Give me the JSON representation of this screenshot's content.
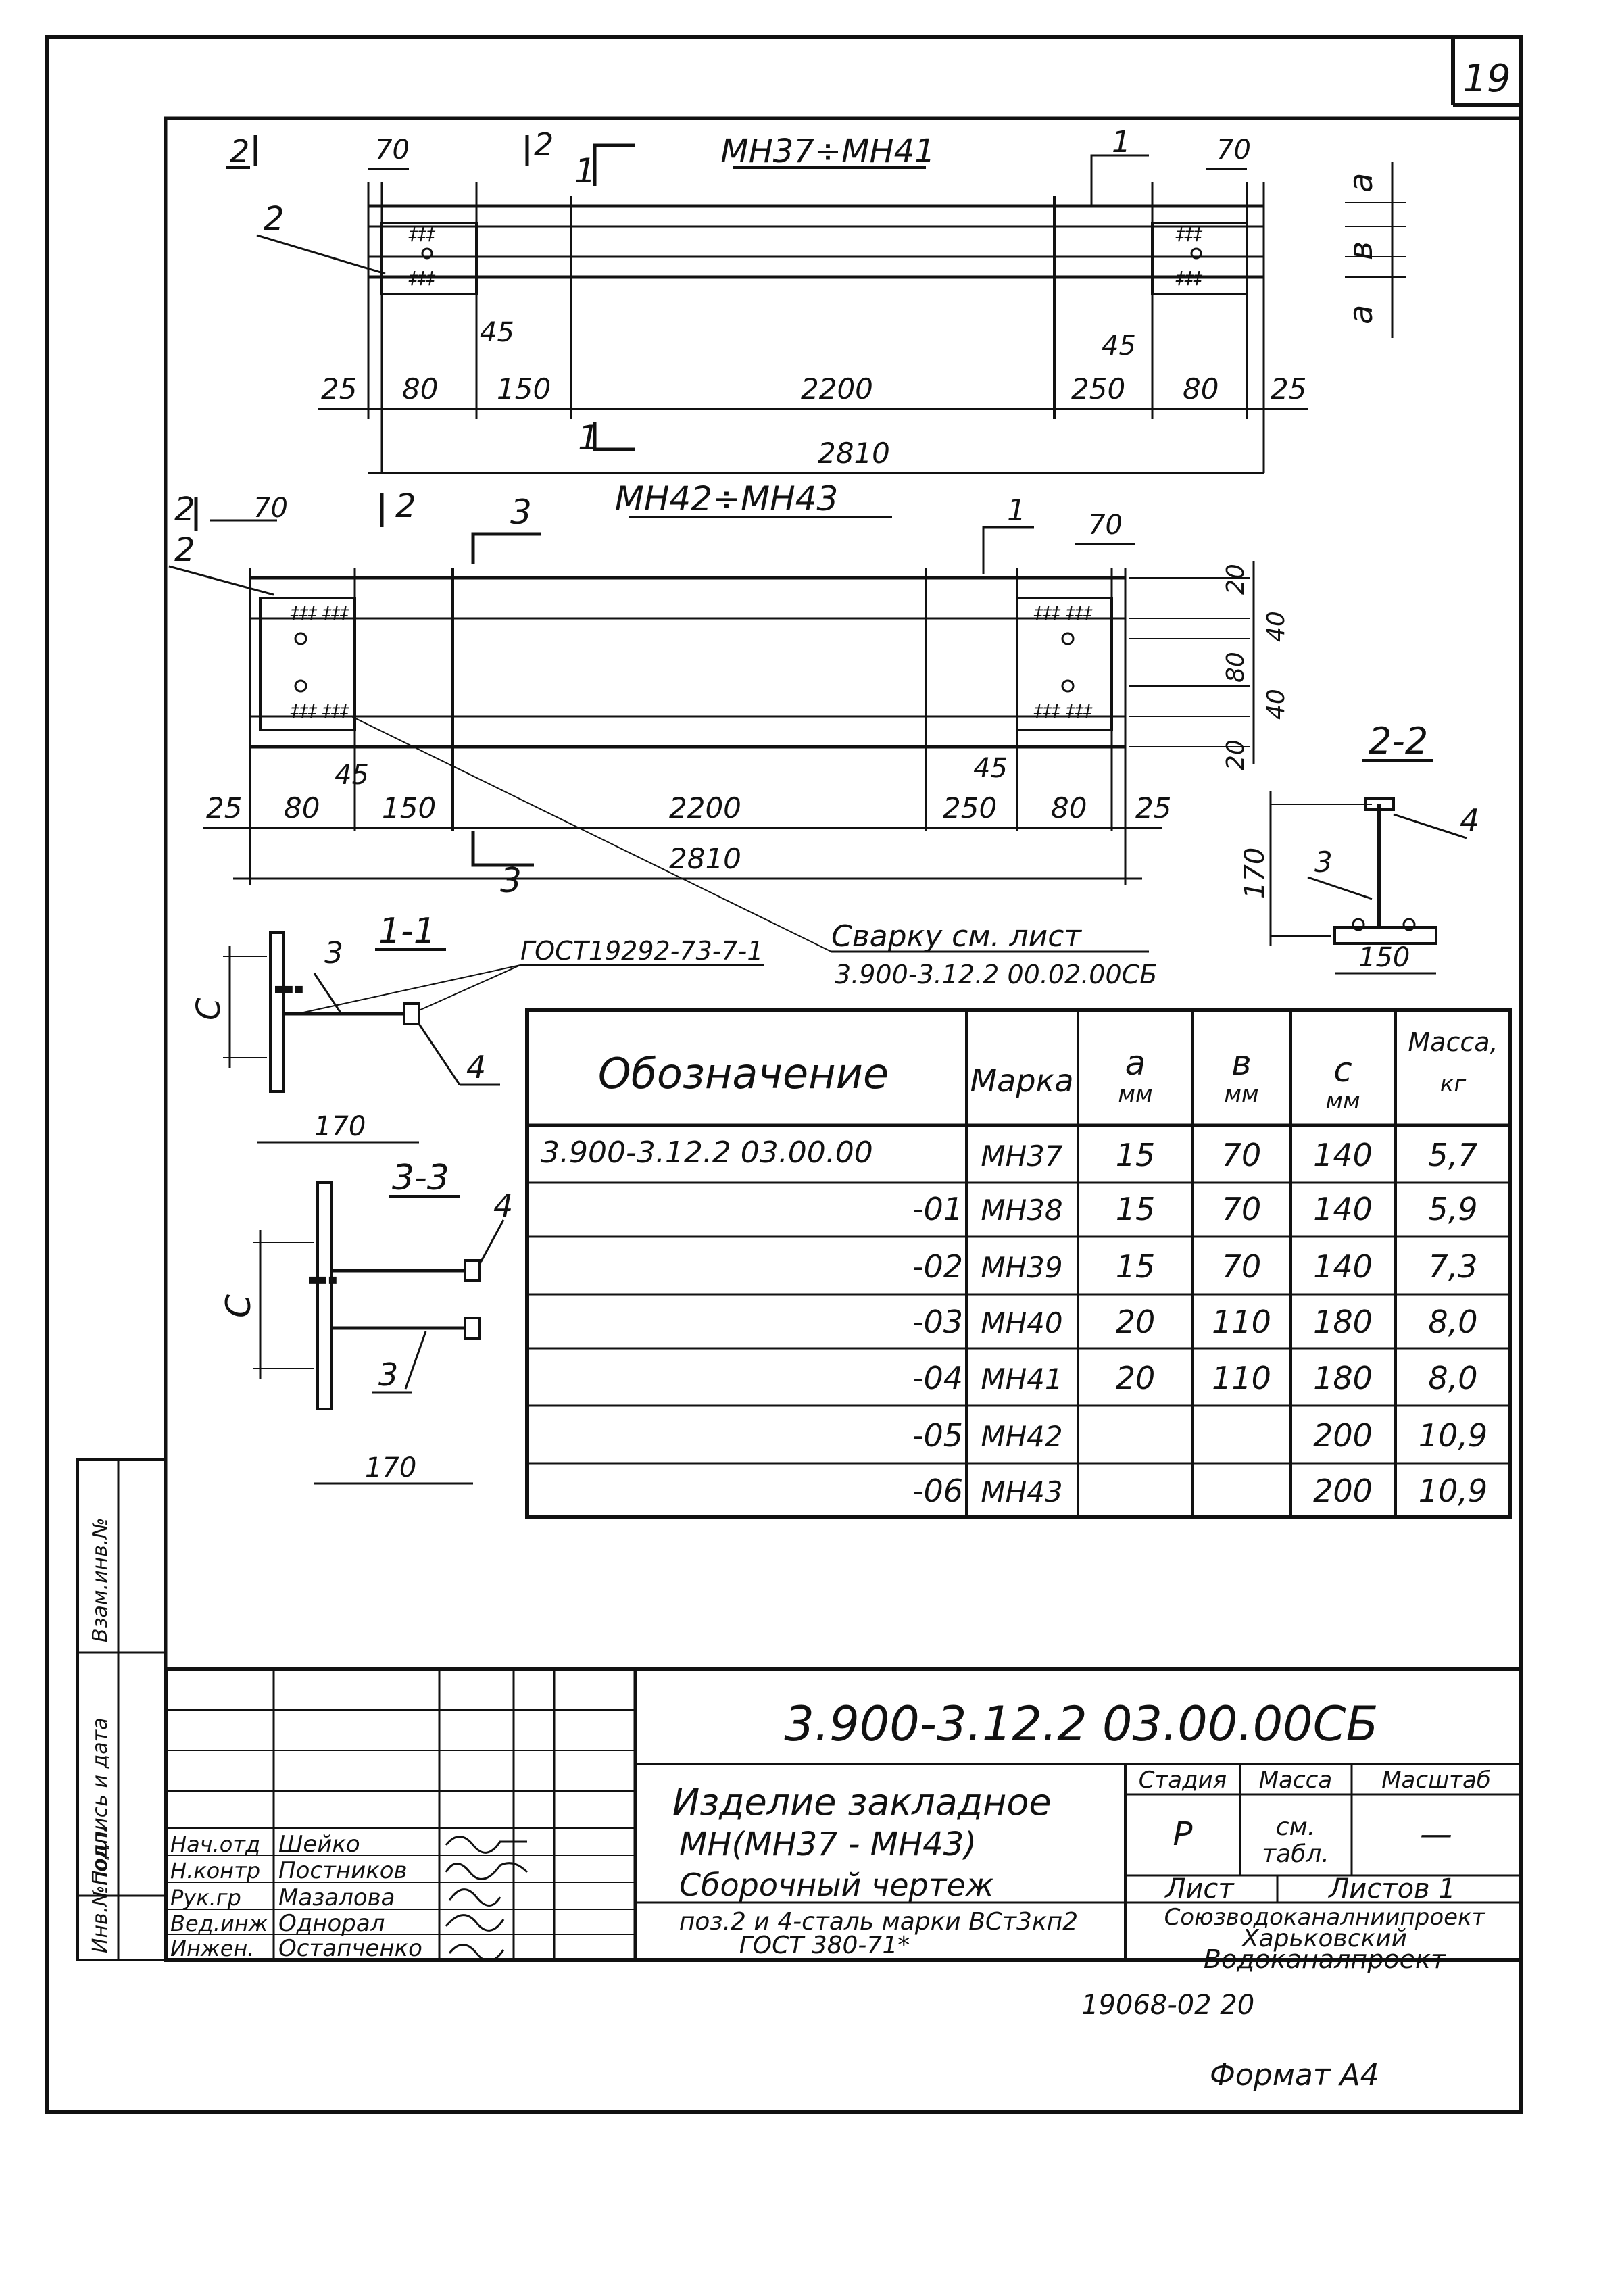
{
  "sheet_number": "19",
  "view_top": {
    "title": "МН37÷МН41",
    "section_2_left": "2",
    "section_2_right": "2",
    "section_1_top": "1",
    "section_1_bottom": "1",
    "pos1": "1",
    "pos2": "2",
    "dim_70_left": "70",
    "dim_70_right": "70",
    "dim_45_left": "45",
    "dim_45_right": "45",
    "dims_bottom": [
      "25",
      "80",
      "150",
      "2200",
      "250",
      "80",
      "25"
    ],
    "dim_total": "2810",
    "side_a1": "a",
    "side_b": "в",
    "side_a2": "a"
  },
  "view_mid": {
    "title": "МН42÷МН43",
    "section_2_left": "2",
    "section_2_right": "2",
    "section_3_top": "3",
    "section_3_bottom": "3",
    "pos1": "1",
    "pos2": "2",
    "dim_70_left": "70",
    "dim_70_right": "70",
    "dim_45_left": "45",
    "dim_45_right": "45",
    "dims_bottom": [
      "25",
      "80",
      "150",
      "2200",
      "250",
      "80",
      "25"
    ],
    "dim_total": "2810",
    "side_dims": [
      "20",
      "40",
      "80",
      "40",
      "20"
    ]
  },
  "section_2_2": {
    "title": "2-2",
    "dim_170": "170",
    "dim_150": "150",
    "pos3": "3",
    "pos4": "4"
  },
  "section_1_1": {
    "title": "1-1",
    "dim_c": "С",
    "dim_170": "170",
    "pos3": "3",
    "pos4": "4"
  },
  "section_3_3": {
    "title": "3-3",
    "dim_c": "С",
    "dim_170": "170",
    "pos3": "3",
    "pos4": "4"
  },
  "notes": {
    "gost_ref": "ГОСТ19292-73-7-1",
    "weld_line1": "Сварку см. лист",
    "weld_line2": "3.900-3.12.2  00.02.00СБ"
  },
  "table": {
    "headers": {
      "designation": "Обозначение",
      "mark": "Марка",
      "a": "а",
      "a_unit": "мм",
      "b": "в",
      "b_unit": "мм",
      "c": "с",
      "c_unit": "мм",
      "mass": "Масса,",
      "mass_unit": "кг"
    },
    "rows": [
      {
        "designation": "3.900-3.12.2   03.00.00",
        "mark": "МН37",
        "a": "15",
        "b": "70",
        "c": "140",
        "mass": "5,7"
      },
      {
        "designation": "-01",
        "mark": "МН38",
        "a": "15",
        "b": "70",
        "c": "140",
        "mass": "5,9"
      },
      {
        "designation": "-02",
        "mark": "МН39",
        "a": "15",
        "b": "70",
        "c": "140",
        "mass": "7,3"
      },
      {
        "designation": "-03",
        "mark": "МН40",
        "a": "20",
        "b": "110",
        "c": "180",
        "mass": "8,0"
      },
      {
        "designation": "-04",
        "mark": "МН41",
        "a": "20",
        "b": "110",
        "c": "180",
        "mass": "8,0"
      },
      {
        "designation": "-05",
        "mark": "МН42",
        "a": "",
        "b": "",
        "c": "200",
        "mass": "10,9"
      },
      {
        "designation": "-06",
        "mark": "МН43",
        "a": "",
        "b": "",
        "c": "200",
        "mass": "10,9"
      }
    ]
  },
  "side_stamp": {
    "inv_podl": "Инв.№подл.",
    "podpis_data": "Подпись и дата",
    "vzam_inv": "Взам.инв.№"
  },
  "title_block": {
    "doc_code": "3.900-3.12.2   03.00.00СБ",
    "name_line1": "Изделие закладное",
    "name_line2": "МН(МН37 - МН43)",
    "name_line3": "Сборочный  чертеж",
    "stadia_label": "Стадия",
    "massa_label": "Масса",
    "masshtab_label": "Масштаб",
    "stadia_value": "Р",
    "massa_value1": "см.",
    "massa_value2": "табл.",
    "masshtab_value": "—",
    "list_label": "Лист",
    "listov_label": "Листов 1",
    "material_line1": "поз.2 и 4-сталь марки ВСт3кп2",
    "material_line2": "ГОСТ 380-71*",
    "org_line1": "Союзводоканалниипроект",
    "org_line2": "Харьковский",
    "org_line3": "Водоканалпроект",
    "roles": [
      {
        "role": "Нач.отд",
        "name": "Шейко"
      },
      {
        "role": "Н.контр",
        "name": "Постников"
      },
      {
        "role": "Рук.гр",
        "name": "Мазалова"
      },
      {
        "role": "Вед.инж",
        "name": "Однорал"
      },
      {
        "role": "Инжен.",
        "name": "Остапченко"
      }
    ]
  },
  "footer": {
    "order_no": "19068-02  20",
    "format": "Формат А4"
  }
}
